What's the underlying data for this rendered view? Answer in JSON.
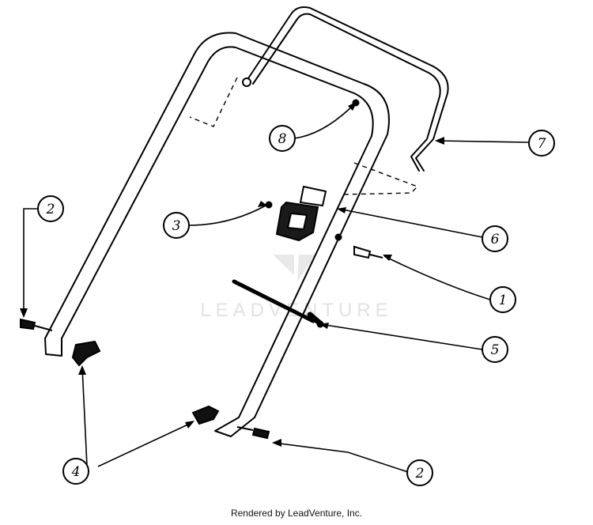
{
  "diagram": {
    "watermark": "LEADVENTURE",
    "callouts": [
      {
        "id": "c1",
        "number": "1"
      },
      {
        "id": "c2a",
        "number": "2"
      },
      {
        "id": "c2b",
        "number": "2"
      },
      {
        "id": "c3",
        "number": "3"
      },
      {
        "id": "c4",
        "number": "4"
      },
      {
        "id": "c5",
        "number": "5"
      },
      {
        "id": "c6",
        "number": "6"
      },
      {
        "id": "c7",
        "number": "7"
      },
      {
        "id": "c8",
        "number": "8"
      }
    ]
  },
  "footer": {
    "credit": "Rendered by LeadVenture, Inc."
  }
}
